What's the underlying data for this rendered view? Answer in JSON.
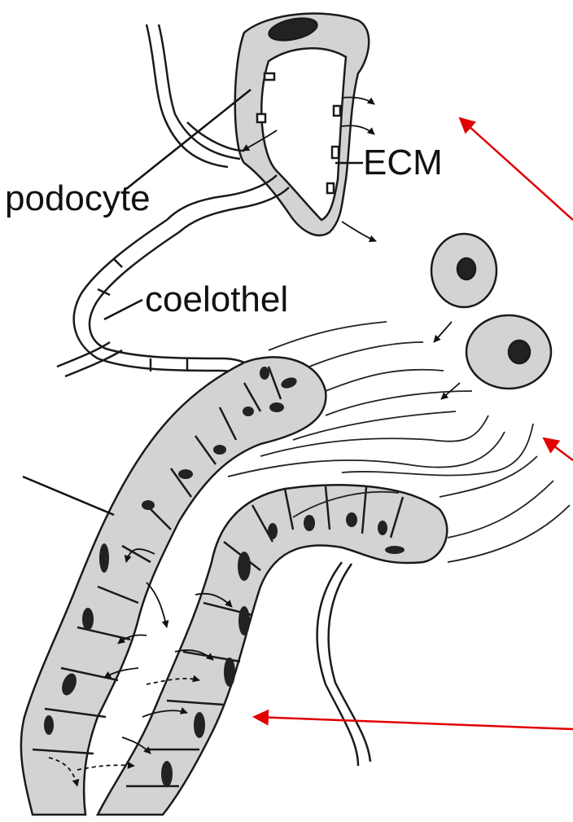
{
  "labels": {
    "podocyte": "podocyte",
    "coelothel": "coelothel",
    "ecm": "ECM"
  },
  "colors": {
    "cell_fill": "#d3d3d3",
    "nucleus": "#222222",
    "outline": "#1a1a1a",
    "annotation_arrow": "#e00000",
    "background": "#ffffff"
  }
}
